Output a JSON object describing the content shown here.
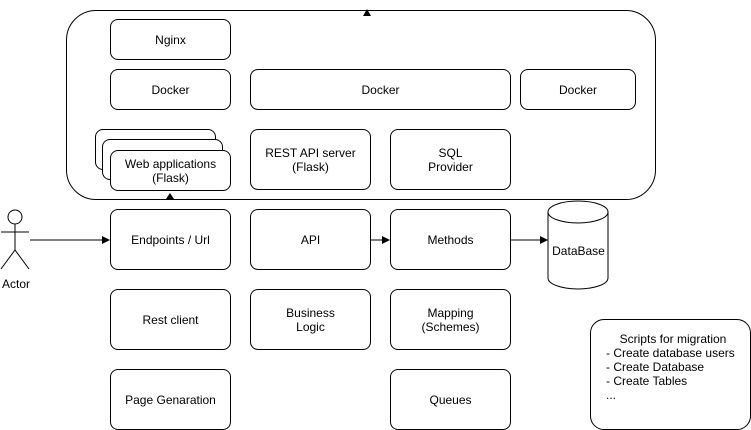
{
  "infra": {
    "nginx": "Nginx",
    "docker_left": "Docker",
    "docker_middle": "Docker",
    "docker_right": "Docker",
    "web_apps": "Web applications\n(Flask)",
    "rest_api": "REST API server\n(Flask)",
    "sql_provider": "SQL\nProvider"
  },
  "actor": {
    "label": "Actor"
  },
  "grid": {
    "endpoints": "Endpoints / Url",
    "api": "API",
    "methods": "Methods",
    "rest_client": "Rest client",
    "business_logic": "Business\nLogic",
    "mapping": "Mapping\n(Schemes)",
    "page_generation": "Page Genaration",
    "queues": "Queues"
  },
  "database": {
    "label": "DataBase"
  },
  "notes": {
    "title": "Scripts for migration",
    "items": [
      "- Create database users",
      "- Create Database",
      "- Create Tables",
      "..."
    ]
  },
  "colors": {
    "stroke": "#000000",
    "fill": "#ffffff"
  }
}
